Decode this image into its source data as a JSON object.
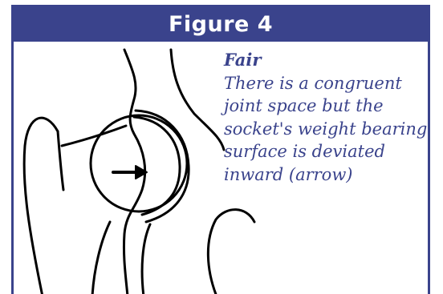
{
  "figure": {
    "title": "Figure 4",
    "caption": {
      "heading": "Fair",
      "lines": [
        "There is a congruent",
        "joint space but the",
        "socket's weight bearing",
        "surface is deviated",
        "inward (arrow)"
      ]
    }
  },
  "colors": {
    "frame": "#3a438c",
    "caption_text": "#3a438c",
    "drawing_stroke": "#000000",
    "background": "#ffffff"
  }
}
